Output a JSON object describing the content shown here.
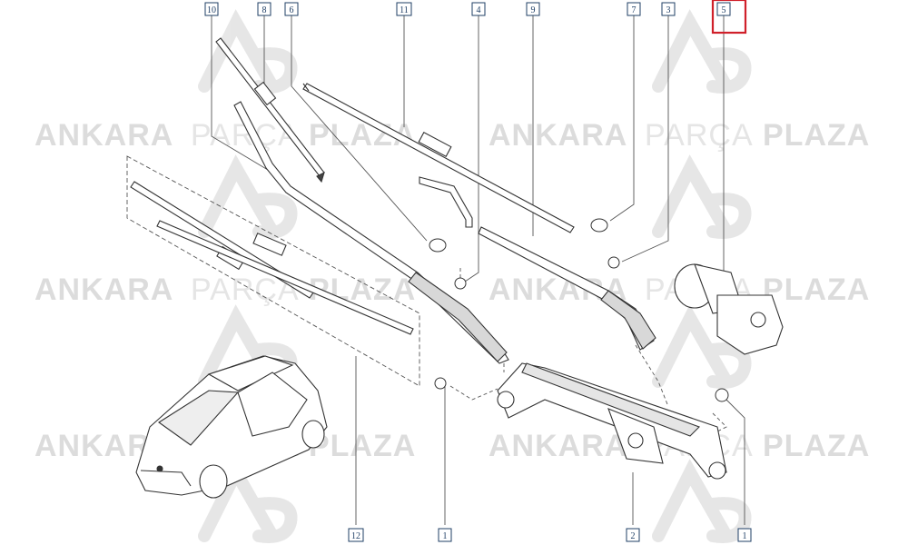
{
  "diagram": {
    "callouts": [
      {
        "id": "c10",
        "label": "10"
      },
      {
        "id": "c8",
        "label": "8"
      },
      {
        "id": "c6",
        "label": "6"
      },
      {
        "id": "c11",
        "label": "11"
      },
      {
        "id": "c4",
        "label": "4"
      },
      {
        "id": "c9",
        "label": "9"
      },
      {
        "id": "c7",
        "label": "7"
      },
      {
        "id": "c3",
        "label": "3"
      },
      {
        "id": "c5",
        "label": "5"
      },
      {
        "id": "c12",
        "label": "12"
      },
      {
        "id": "c1a",
        "label": "1"
      },
      {
        "id": "c2",
        "label": "2"
      },
      {
        "id": "c1b",
        "label": "1"
      }
    ],
    "highlighted_callout": "5",
    "highlight_color": "#d0202a",
    "line_color": "#3a3a3a",
    "callout_color": "#1f3f66"
  },
  "watermark": {
    "parts": [
      "ANKARA",
      "PARÇA",
      "PLAZA"
    ],
    "logo_letters": "AP",
    "color": "#d9d9d9"
  }
}
